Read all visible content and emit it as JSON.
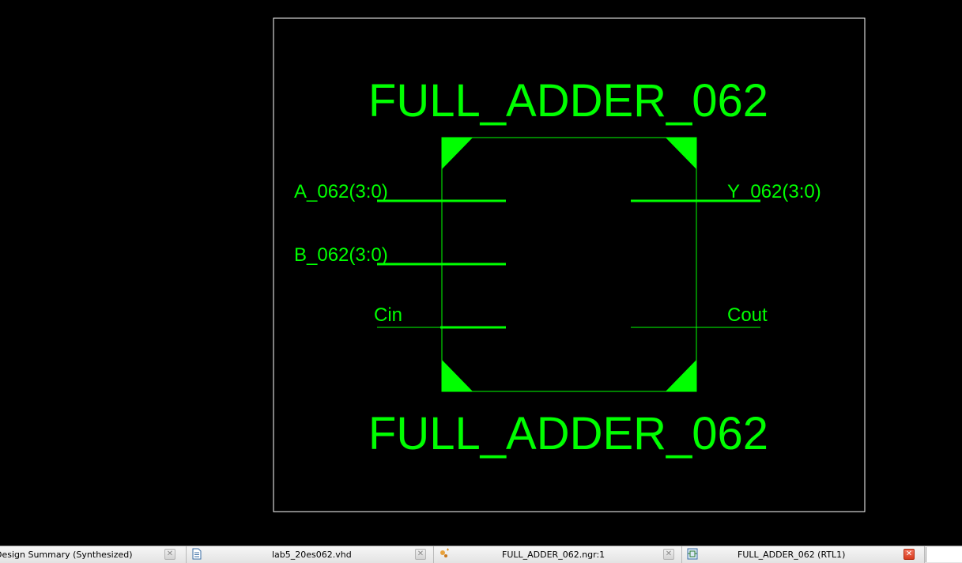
{
  "schematic": {
    "component_name_top": "FULL_ADDER_062",
    "component_name_bottom": "FULL_ADDER_062",
    "colors": {
      "background": "#000000",
      "wire": "#00ff00",
      "frame": "#ffffff"
    },
    "ports": {
      "a": "A_062(3:0)",
      "b": "B_062(3:0)",
      "cin": "Cin",
      "y": "Y_062(3:0)",
      "cout": "Cout"
    }
  },
  "tabs": [
    {
      "label": "Design Summary (Synthesized)",
      "icon": "summary-icon",
      "active": false
    },
    {
      "label": "lab5_20es062.vhd",
      "icon": "document-icon",
      "active": false
    },
    {
      "label": "FULL_ADDER_062.ngr:1",
      "icon": "technology-schematic-icon",
      "active": false
    },
    {
      "label": "FULL_ADDER_062 (RTL1)",
      "icon": "rtl-schematic-icon",
      "active": true
    }
  ],
  "close_glyph": "✕"
}
